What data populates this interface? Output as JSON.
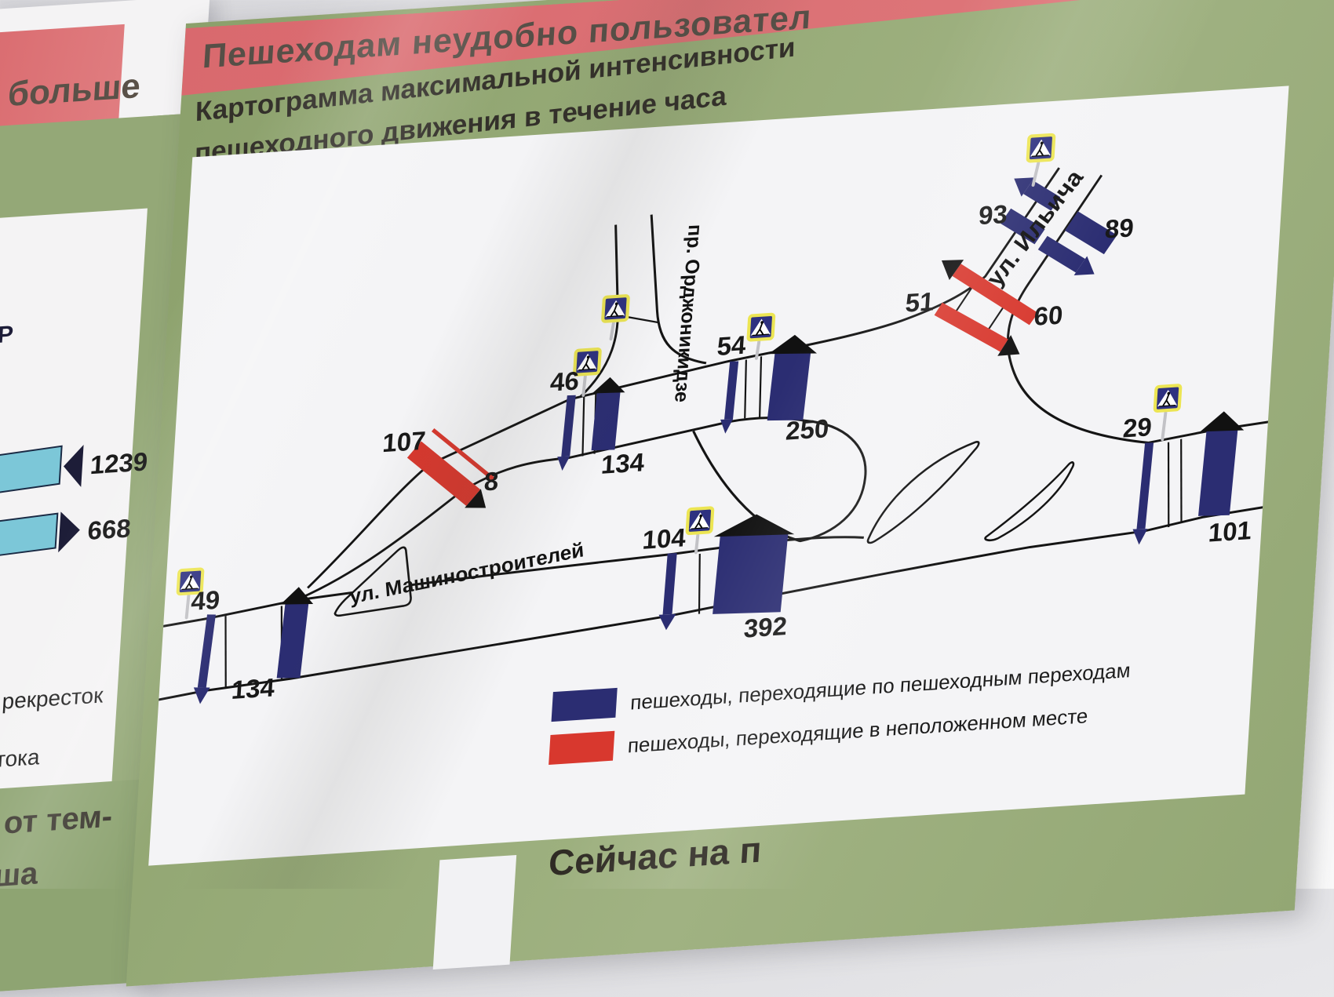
{
  "main_poster": {
    "banner": {
      "text": "Пешеходам неудобно пользовател",
      "bg": "#d9696e"
    },
    "title_line1": "Картограмма максимальной интенсивности",
    "title_line2": "пешеходного движения в течение часа",
    "bottom_fragment": "Сейчас на п",
    "streets": {
      "ordzhonikidze": "пр. Орджоникидзе",
      "ilyicha": "ул. Ильича",
      "mashinostroiteley": "ул. Машиностроителей"
    },
    "counts": {
      "c93": "93",
      "c89": "89",
      "c51": "51",
      "c60": "60",
      "c54": "54",
      "c250": "250",
      "c46": "46",
      "c134a": "134",
      "c107": "107",
      "c8": "8",
      "c104": "104",
      "c392": "392",
      "c29": "29",
      "c101": "101",
      "c49": "49",
      "c134b": "134"
    },
    "legend": {
      "crosswalk_label": "пешеходы, переходящие по пешеходным переходам",
      "jaywalk_label": "пешеходы, переходящие в неположенном месте",
      "crosswalk_color": "#2b2d72",
      "jaywalk_color": "#d8382e"
    }
  },
  "left_poster": {
    "banner": "больше",
    "flow_left": "1239",
    "flow_right": "668",
    "fragment_crossroad": "рекресток",
    "fragment_toka": "тока",
    "fragment_r": "Р",
    "fragment_ot_tem": "от тем-",
    "fragment_sha": "ша"
  },
  "cartogram": {
    "type": "pedestrian-flow-cartogram",
    "title": "Картограмма максимальной интенсивности пешеходного движения в течение часа",
    "crosswalk_flows_pairs": [
      [
        93,
        89
      ],
      [
        51,
        60
      ],
      [
        54,
        250
      ],
      [
        46,
        134
      ],
      [
        107,
        8
      ],
      [
        104,
        392
      ],
      [
        29,
        101
      ],
      [
        49,
        134
      ]
    ],
    "jaywalk_pairs": [
      [
        51,
        60
      ],
      [
        107,
        8
      ]
    ],
    "side_panel_flows": [
      1239,
      668
    ],
    "colors": {
      "crosswalk": "#2b2d72",
      "jaywalk": "#d8382e",
      "side_flow": "#7cc7d8"
    }
  }
}
